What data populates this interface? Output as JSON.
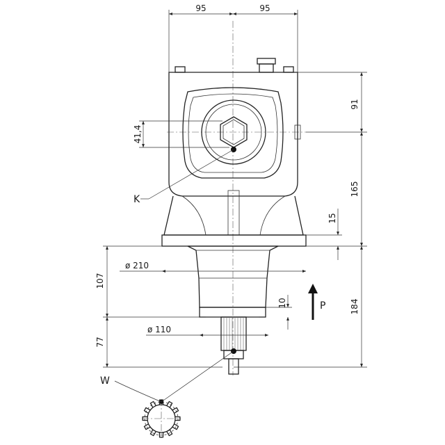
{
  "dimensions": {
    "top_left_width": "95",
    "top_right_width": "95",
    "height_top": "91",
    "height_mid": "165",
    "height_total_lower": "184",
    "shaft_offset": "41,4",
    "flange_step": "15",
    "spigot_height": "107",
    "shaft_length": "77",
    "spigot_step": "10",
    "flange_diameter": "ø 210",
    "spigot_diameter": "ø 110"
  },
  "labels": {
    "input_shaft": "K",
    "output_spline": "W",
    "direction": "P"
  }
}
